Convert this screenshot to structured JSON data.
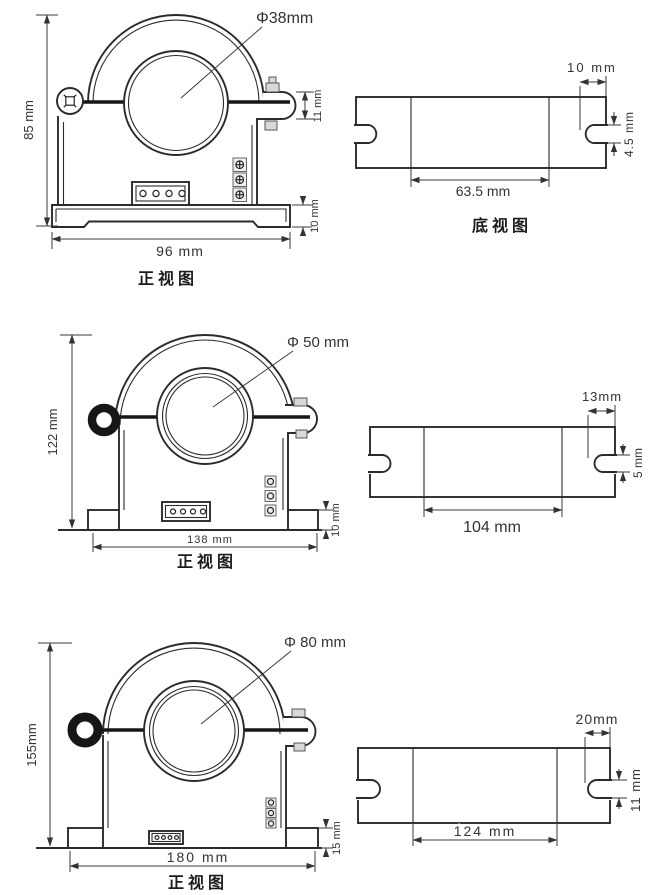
{
  "figure1": {
    "front": {
      "hole_dia": "Φ38mm",
      "height": "85 mm",
      "slot": "11 mm",
      "base_h": "10 mm",
      "width": "96 mm",
      "caption": "正视图"
    },
    "bottom": {
      "notch_offset": "10 mm",
      "notch_h": "4.5 mm",
      "inner_span": "63.5 mm",
      "caption": "底视图"
    }
  },
  "figure2": {
    "front": {
      "hole_dia": "Φ 50 mm",
      "height": "122 mm",
      "base_h": "10 mm",
      "width": "138 mm",
      "caption": "正视图"
    },
    "bottom": {
      "notch_offset": "13mm",
      "notch_h": "5 mm",
      "inner_span": "104 mm"
    }
  },
  "figure3": {
    "front": {
      "hole_dia": "Φ 80 mm",
      "height": "155mm",
      "base_h": "15 mm",
      "width": "180 mm",
      "caption": "正视图"
    },
    "bottom": {
      "notch_offset": "20mm",
      "notch_h": "11 mm",
      "inner_span": "124 mm"
    }
  }
}
